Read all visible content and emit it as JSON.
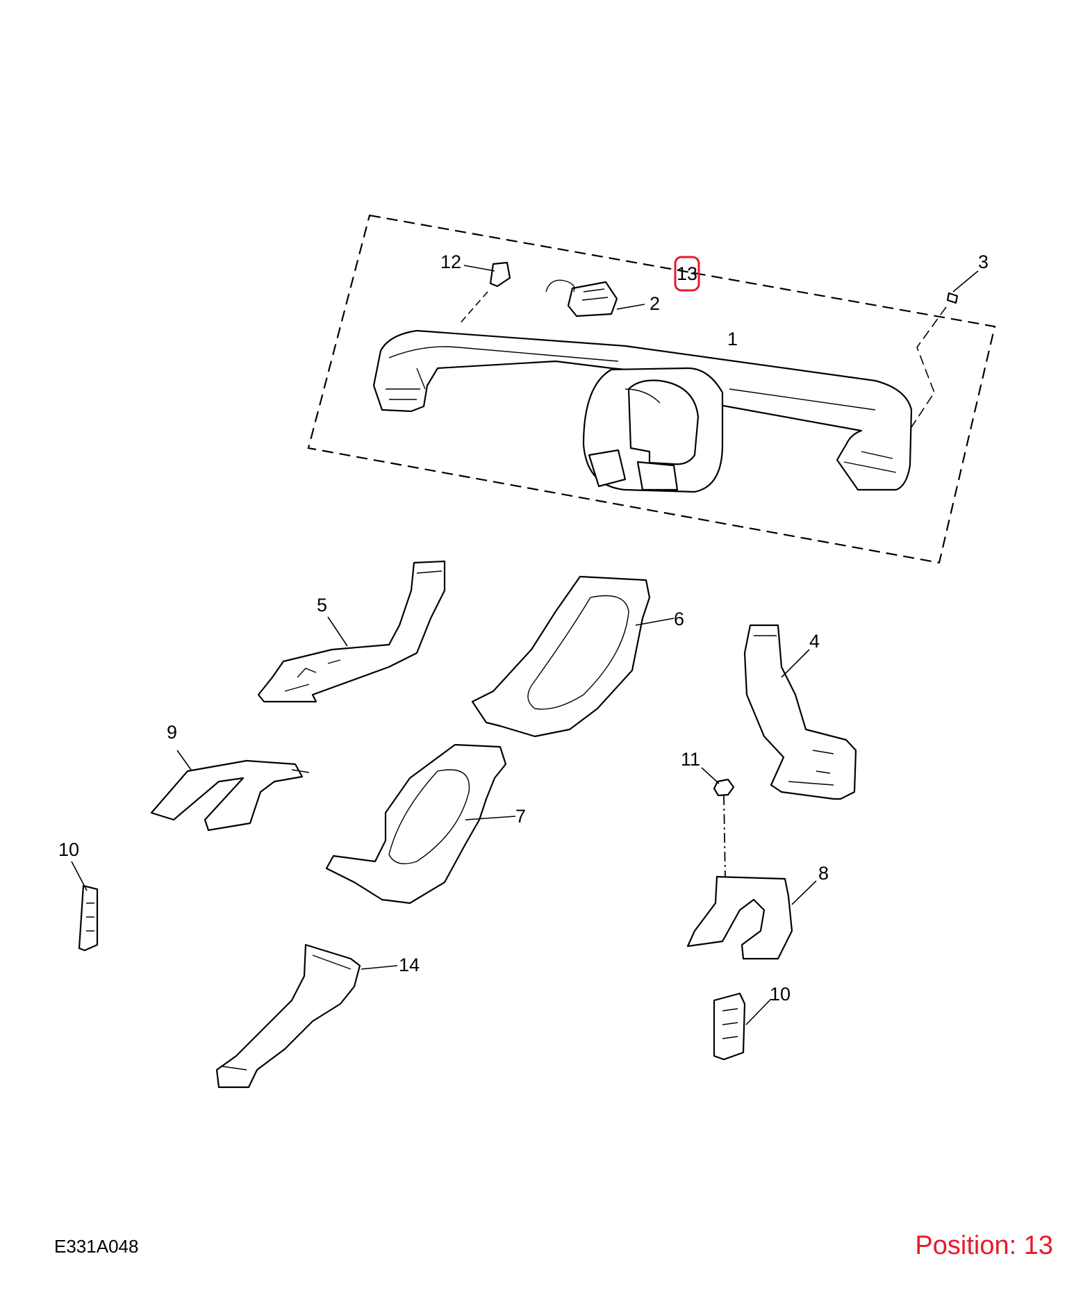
{
  "callouts": {
    "c1": "1",
    "c2": "2",
    "c3": "3",
    "c4": "4",
    "c5": "5",
    "c6": "6",
    "c7": "7",
    "c8": "8",
    "c9": "9",
    "c10a": "10",
    "c10b": "10",
    "c11": "11",
    "c12": "12",
    "c13": "13",
    "c14": "14"
  },
  "footer": {
    "reference": "E331A048",
    "position": "Position: 13"
  },
  "colors": {
    "highlight": "#e8192c",
    "position_text": "#e8192c",
    "line": "#000000"
  }
}
